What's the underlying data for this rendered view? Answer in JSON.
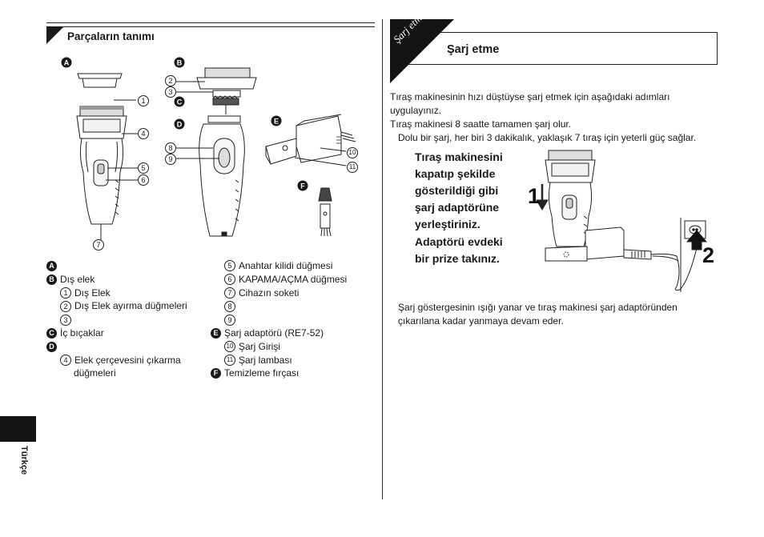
{
  "left_page": {
    "section_title": "Parçaların tanımı",
    "side_label": "Türkçe",
    "diagram_letters": [
      "A",
      "B",
      "C",
      "D",
      "E",
      "F"
    ],
    "callouts": [
      "1",
      "2",
      "3",
      "4",
      "5",
      "6",
      "7",
      "8",
      "9",
      "10",
      "11"
    ],
    "legend_col1": [
      {
        "marker": "A",
        "type": "letter",
        "text": ""
      },
      {
        "marker": "B",
        "type": "letter",
        "text": "Dış elek"
      },
      {
        "marker": "1",
        "type": "num",
        "text": "Dış Elek"
      },
      {
        "marker": "2",
        "type": "num",
        "text": "Dış Elek ayırma düğmeleri"
      },
      {
        "marker": "3",
        "type": "num",
        "text": ""
      },
      {
        "marker": "C",
        "type": "letter",
        "text": "İç bıçaklar"
      },
      {
        "marker": "D",
        "type": "letter",
        "text": ""
      },
      {
        "marker": "4",
        "type": "num",
        "text": "Elek çerçevesini çıkarma"
      },
      {
        "marker": "",
        "type": "cont",
        "text": "düğmeleri"
      }
    ],
    "legend_col2": [
      {
        "marker": "5",
        "type": "num",
        "text": "Anahtar kilidi düğmesi"
      },
      {
        "marker": "6",
        "type": "num",
        "text": "KAPAMA/AÇMA düğmesi"
      },
      {
        "marker": "7",
        "type": "num",
        "text": "Cihazın soketi"
      },
      {
        "marker": "8",
        "type": "num",
        "text": ""
      },
      {
        "marker": "9",
        "type": "num",
        "text": ""
      },
      {
        "marker": "E",
        "type": "letter",
        "text": "Şarj adaptörü (RE7-52)"
      },
      {
        "marker": "10",
        "type": "num",
        "text": "Şarj Girişi"
      },
      {
        "marker": "11",
        "type": "num",
        "text": "Şarj lambası"
      },
      {
        "marker": "F",
        "type": "letter",
        "text": "Temizleme fırçası"
      }
    ]
  },
  "right_page": {
    "tab_label": "Şarj etme",
    "section_title": "Şarj etme",
    "intro_lines": [
      "Tıraş makinesinin hızı düştüyse şarj etmek için aşağıdaki adımları",
      "uygulayınız.",
      "Tıraş makinesi 8 saatte tamamen şarj olur.",
      "Dolu bir şarj, her biri 3 dakikalık, yaklaşık 7 tıraş için yeterli güç sağlar."
    ],
    "step1_lines": [
      "Tıraş makinesini",
      "kapatıp şekilde",
      "gösterildiği gibi",
      "şarj adaptörüne",
      "yerleştiriniz."
    ],
    "step2_lines": [
      "Adaptörü evdeki",
      "bir prize takınız."
    ],
    "step_numbers": [
      "1",
      "2"
    ],
    "note_lines": [
      "Şarj göstergesinin ışığı yanar ve tıraş makinesi şarj adaptöründen",
      "çıkarılana kadar yanmaya devam eder."
    ]
  }
}
